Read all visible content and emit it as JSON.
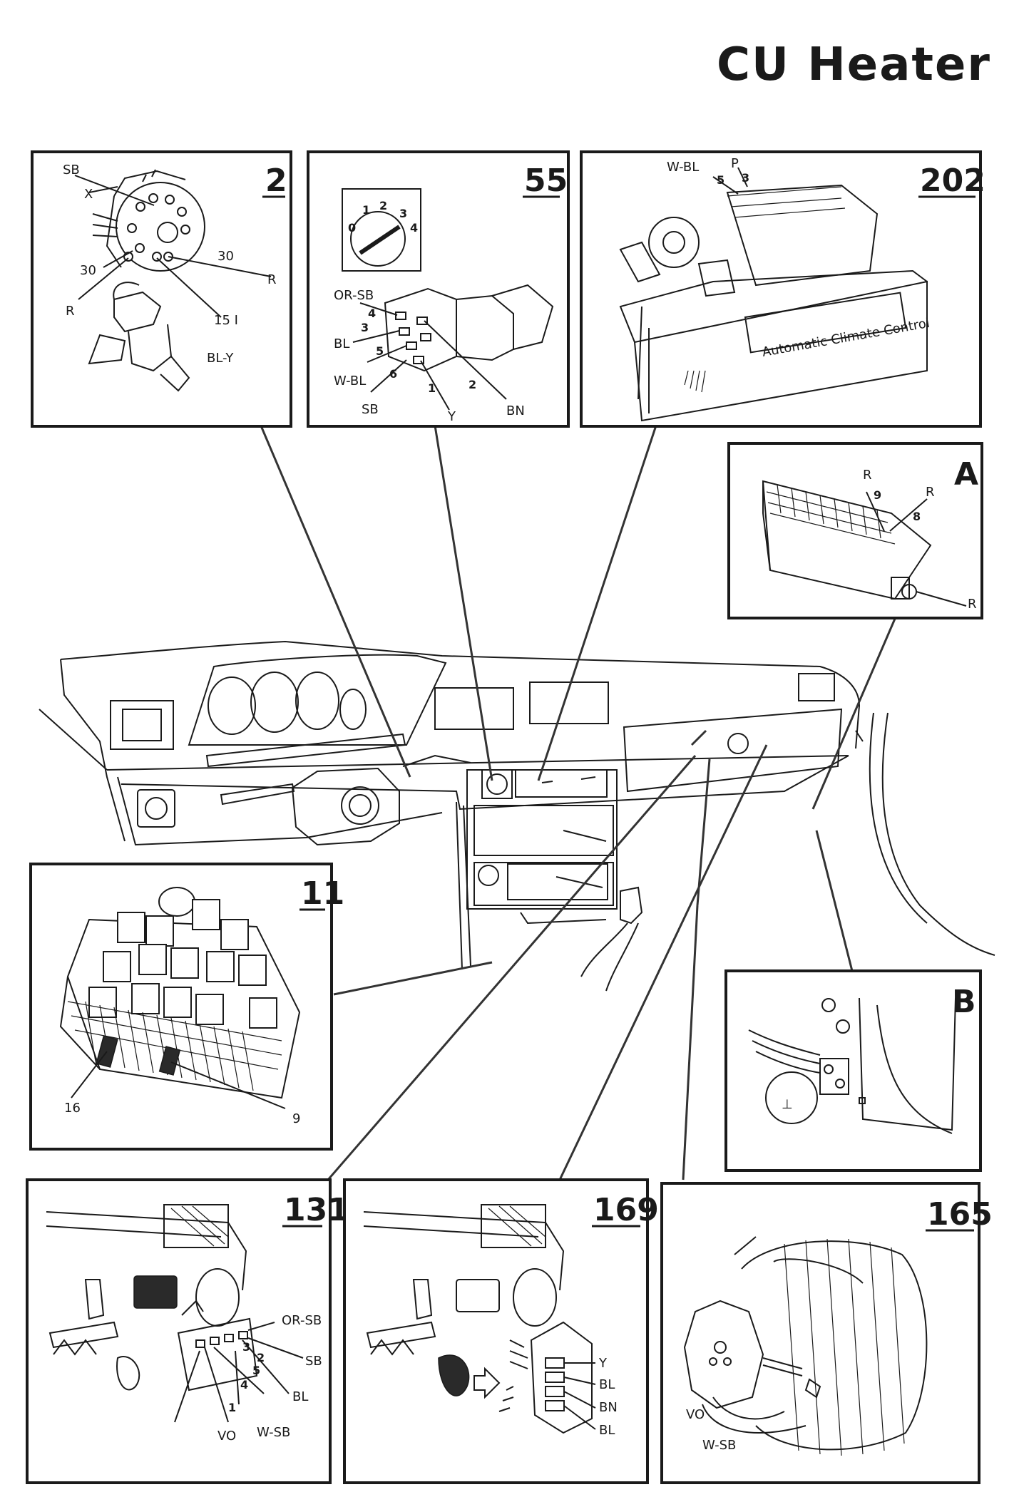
{
  "title": "CU  Heater",
  "panels": {
    "p2": {
      "number": "2",
      "labels": [
        "SB",
        "X",
        "30",
        "R",
        "30",
        "R",
        "15 I",
        "BL-Y"
      ]
    },
    "p55": {
      "number": "55",
      "labels": [
        "OR-SB",
        "4",
        "3",
        "BL",
        "5",
        "W-BL",
        "6",
        "SB",
        "1",
        "Y",
        "2",
        "BN"
      ],
      "dial": [
        "0",
        "1",
        "2",
        "3",
        "4"
      ]
    },
    "p202": {
      "number": "202",
      "labels": [
        "W-BL",
        "5",
        "P",
        "3"
      ],
      "caption": "Automatic Climate Control"
    },
    "pA": {
      "number": "A",
      "labels": [
        "R",
        "9",
        "R",
        "8",
        "R"
      ]
    },
    "p11": {
      "number": "11",
      "labels": [
        "16",
        "9"
      ]
    },
    "pB": {
      "number": "B",
      "labels": [
        "⊥"
      ]
    },
    "p131": {
      "number": "131",
      "labels": [
        "OR-SB",
        "3",
        "2",
        "SB",
        "5",
        "BL",
        "4",
        "1",
        "VO",
        "W-SB"
      ]
    },
    "p169": {
      "number": "169",
      "labels": [
        "Y",
        "BL",
        "BN",
        "BL"
      ]
    },
    "p165": {
      "number": "165",
      "labels": [
        "VO",
        "W-SB"
      ]
    }
  }
}
